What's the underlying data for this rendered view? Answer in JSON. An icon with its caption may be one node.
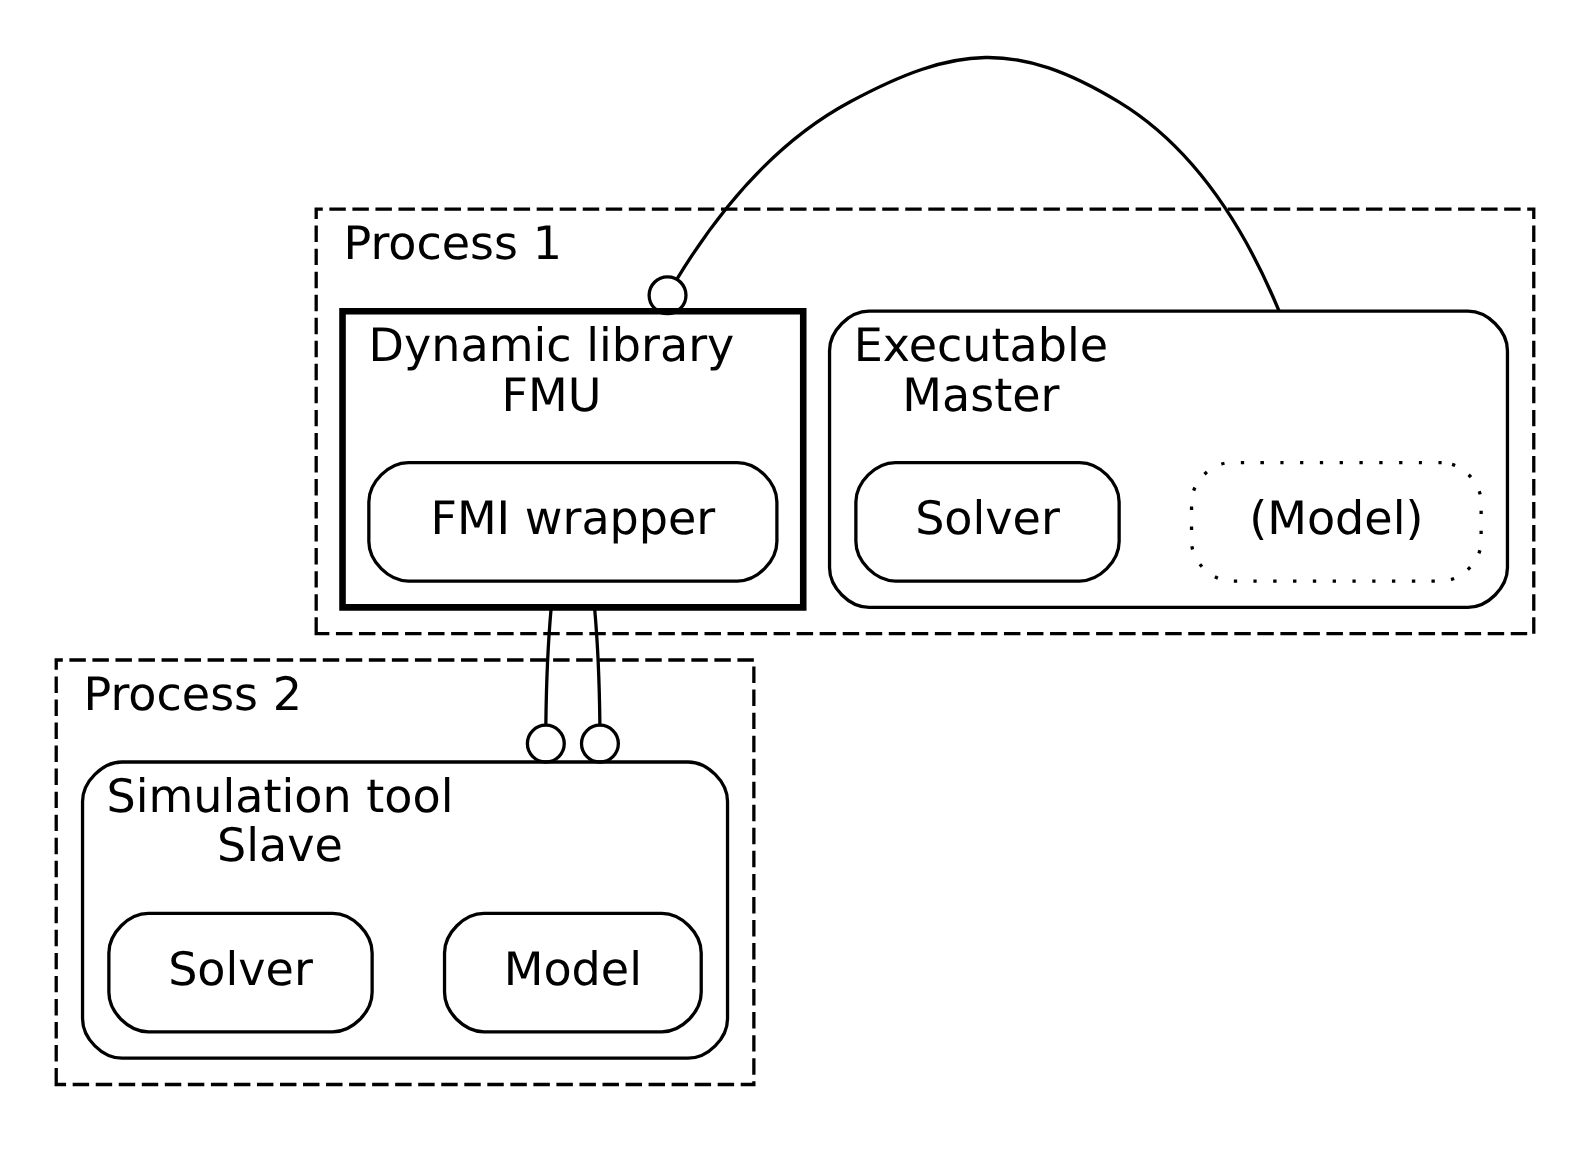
{
  "diagram": {
    "nodes": [
      {
        "text": [
          "Process 1"
        ]
      },
      {
        "text": [
          "Executable",
          "Master"
        ],
        "in": 0
      },
      {
        "text": [
          "(Model)"
        ],
        "in": 1
      },
      {
        "text": [
          "Solver"
        ],
        "in": 1
      },
      {
        "text": [
          "Dynamic library",
          "FMU"
        ],
        "in": 0
      },
      {
        "text": [
          "FMI wrapper"
        ],
        "in": 4
      },
      {
        "text": [
          "Process 2"
        ]
      },
      {
        "text": [
          "Simulation tool",
          "Slave"
        ],
        "in": 6
      },
      {
        "text": [
          "Model"
        ],
        "in": 7
      },
      {
        "text": [
          "Solver"
        ],
        "in": 7
      }
    ],
    "edges": [
      {
        "from": 1,
        "to": 4,
        "arrow": "other"
      },
      {
        "from": 4,
        "to": 7,
        "arrow": "other"
      },
      {
        "from": 4,
        "to": 7,
        "arrow": "other"
      }
    ]
  }
}
